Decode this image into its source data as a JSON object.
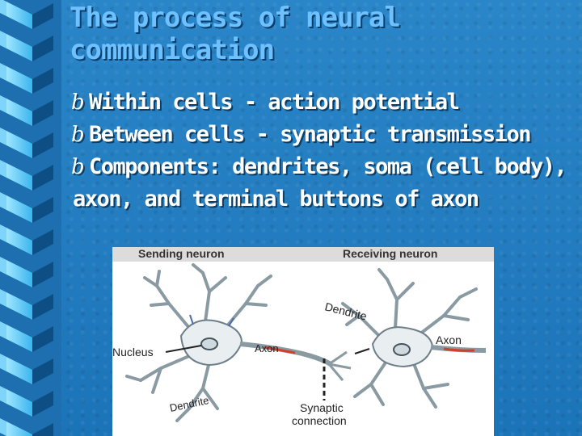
{
  "title": {
    "line1": "The process of neural",
    "line2": "communication"
  },
  "bullets": [
    {
      "text": "Within cells - action potential"
    },
    {
      "text": "Between cells - synaptic transmission"
    },
    {
      "text": "Components: dendrites, soma (cell body),",
      "continuation": "axon, and terminal buttons of axon"
    }
  ],
  "bullet_glyph": "b",
  "figure": {
    "label_sending": "Sending neuron",
    "label_receiving": "Receiving neuron",
    "label_nucleus": "Nucleus",
    "label_axon_1": "Axon",
    "label_axon_2": "Axon",
    "label_dendrite_1": "Dendrite",
    "label_dendrite_2": "Dendrite",
    "label_synaptic_1": "Synaptic",
    "label_synaptic_2": "connection"
  },
  "colors": {
    "background": "#1f7bc0",
    "title": "#6ec0ff",
    "bullet_text": "#ffffff",
    "axon_red": "#d0402c",
    "neuron_fill": "#e9eef0",
    "neuron_stroke": "#6e7f89"
  }
}
